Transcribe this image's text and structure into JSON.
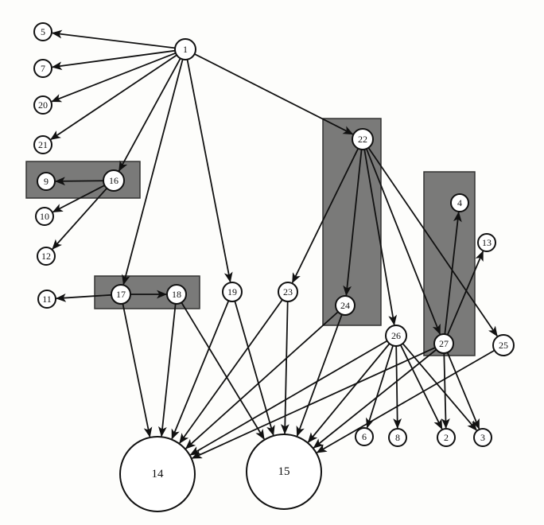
{
  "colors": {
    "ink": "#111111",
    "box_fill": "#6f6f6f",
    "paper": "#fdfdfb"
  },
  "nodes": [
    {
      "id": "1",
      "label": "1"
    },
    {
      "id": "5",
      "label": "5"
    },
    {
      "id": "7",
      "label": "7"
    },
    {
      "id": "20",
      "label": "20"
    },
    {
      "id": "21",
      "label": "21"
    },
    {
      "id": "9",
      "label": "9"
    },
    {
      "id": "16",
      "label": "16"
    },
    {
      "id": "10",
      "label": "10"
    },
    {
      "id": "12",
      "label": "12"
    },
    {
      "id": "11",
      "label": "11"
    },
    {
      "id": "17",
      "label": "17"
    },
    {
      "id": "18",
      "label": "18"
    },
    {
      "id": "19",
      "label": "19"
    },
    {
      "id": "23",
      "label": "23"
    },
    {
      "id": "22",
      "label": "22"
    },
    {
      "id": "24",
      "label": "24"
    },
    {
      "id": "26",
      "label": "26"
    },
    {
      "id": "4",
      "label": "4"
    },
    {
      "id": "13",
      "label": "13"
    },
    {
      "id": "27",
      "label": "27"
    },
    {
      "id": "25",
      "label": "25"
    },
    {
      "id": "14",
      "label": "14"
    },
    {
      "id": "15",
      "label": "15"
    },
    {
      "id": "6",
      "label": "6"
    },
    {
      "id": "8",
      "label": "8"
    },
    {
      "id": "2",
      "label": "2"
    },
    {
      "id": "3",
      "label": "3"
    }
  ],
  "edges": [
    [
      "1",
      "5"
    ],
    [
      "1",
      "7"
    ],
    [
      "1",
      "20"
    ],
    [
      "1",
      "21"
    ],
    [
      "1",
      "16"
    ],
    [
      "1",
      "17"
    ],
    [
      "1",
      "19"
    ],
    [
      "1",
      "22"
    ],
    [
      "16",
      "9"
    ],
    [
      "16",
      "10"
    ],
    [
      "16",
      "12"
    ],
    [
      "17",
      "11"
    ],
    [
      "17",
      "18"
    ],
    [
      "17",
      "14"
    ],
    [
      "18",
      "14"
    ],
    [
      "18",
      "15"
    ],
    [
      "19",
      "14"
    ],
    [
      "19",
      "15"
    ],
    [
      "23",
      "14"
    ],
    [
      "23",
      "15"
    ],
    [
      "22",
      "23"
    ],
    [
      "22",
      "24"
    ],
    [
      "22",
      "26"
    ],
    [
      "22",
      "27"
    ],
    [
      "22",
      "25"
    ],
    [
      "24",
      "14"
    ],
    [
      "24",
      "15"
    ],
    [
      "26",
      "14"
    ],
    [
      "26",
      "15"
    ],
    [
      "26",
      "6"
    ],
    [
      "26",
      "8"
    ],
    [
      "26",
      "2"
    ],
    [
      "26",
      "3"
    ],
    [
      "27",
      "4"
    ],
    [
      "27",
      "13"
    ],
    [
      "27",
      "14"
    ],
    [
      "27",
      "15"
    ],
    [
      "27",
      "2"
    ],
    [
      "27",
      "3"
    ],
    [
      "25",
      "15"
    ]
  ],
  "groups": [
    {
      "id": "g-9-16",
      "members": [
        "9",
        "16"
      ]
    },
    {
      "id": "g-17-18",
      "members": [
        "17",
        "18"
      ]
    },
    {
      "id": "g-22-24",
      "members": [
        "22",
        "24"
      ]
    },
    {
      "id": "g-4-27",
      "members": [
        "4",
        "27"
      ]
    }
  ]
}
